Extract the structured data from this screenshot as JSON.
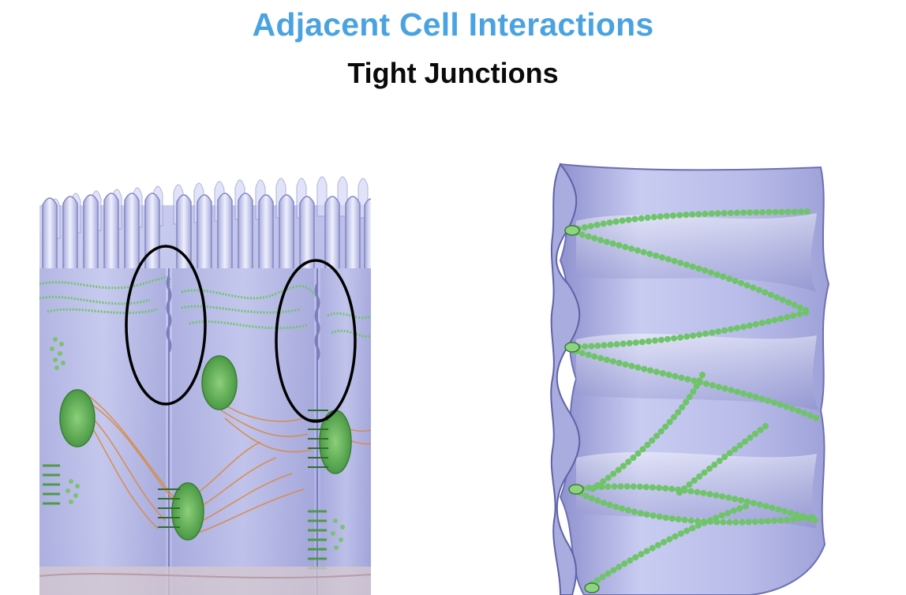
{
  "slide": {
    "title": "Adjacent Cell Interactions",
    "subtitle": "Tight Junctions"
  },
  "colors": {
    "title": "#4aa3e0",
    "subtitle": "#0a0a0a",
    "membrane": "#b9bde6",
    "membrane_dark": "#8d90c9",
    "junction_strand": "#6fc46a",
    "keratin_fiber": "#d88a45",
    "highlight_ring": "#000000"
  },
  "figures": [
    {
      "name": "epithelial-cells-cross-section"
    },
    {
      "name": "tight-junction-sealing-strands"
    }
  ]
}
